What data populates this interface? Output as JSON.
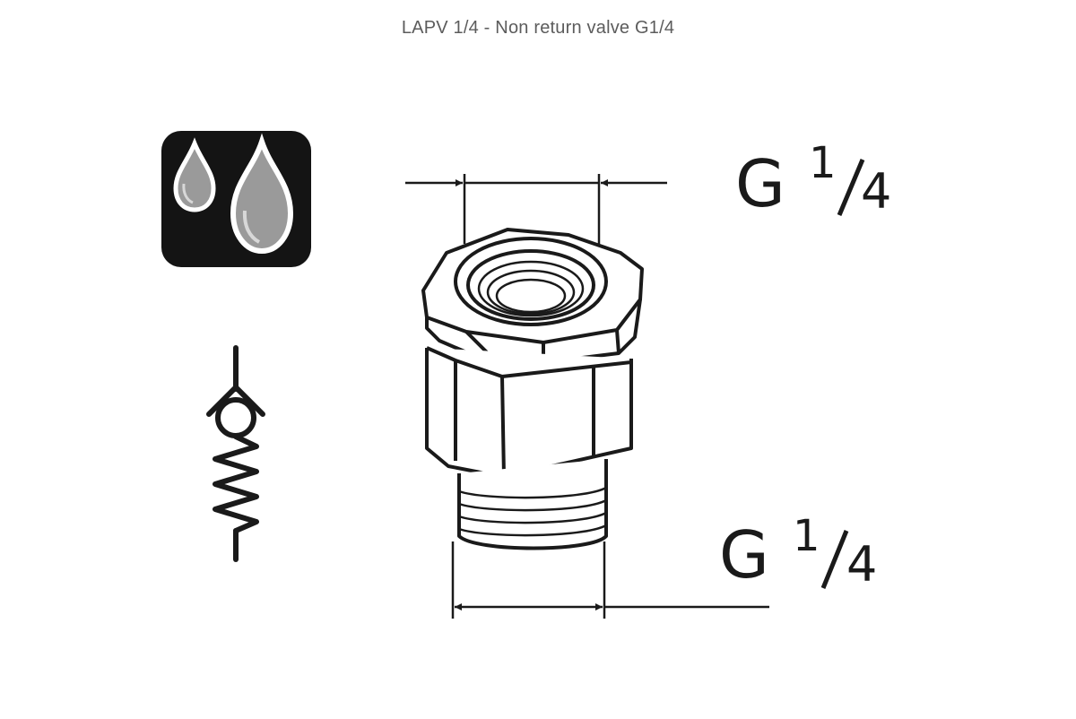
{
  "title": "LAPV 1/4 - Non return valve G1/4",
  "dimensions": {
    "top": {
      "letter": "G",
      "numerator": "1",
      "denominator": "4"
    },
    "bottom": {
      "letter": "G",
      "numerator": "1",
      "denominator": "4"
    }
  },
  "icons": {
    "liquid": "liquid-drops-icon",
    "check_valve": "check-valve-symbol-icon"
  },
  "colors": {
    "ink": "#1a1a1a",
    "icon_background": "#141414",
    "drop_fill": "#9a9a9a",
    "title": "#5c5c5c"
  }
}
